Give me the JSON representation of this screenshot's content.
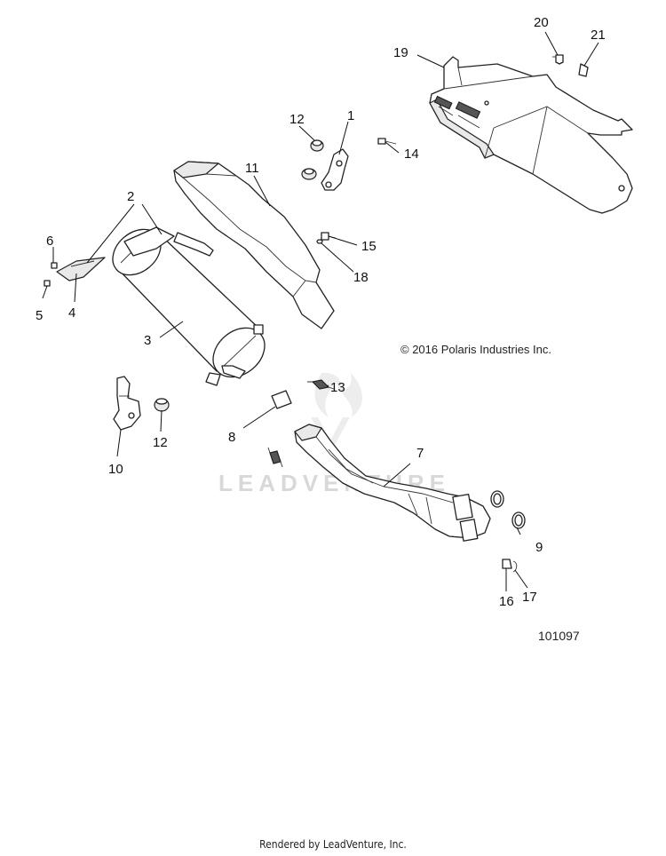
{
  "diagram": {
    "callouts": [
      {
        "id": "1",
        "label": "1"
      },
      {
        "id": "2",
        "label": "2"
      },
      {
        "id": "3",
        "label": "3"
      },
      {
        "id": "4",
        "label": "4"
      },
      {
        "id": "5",
        "label": "5"
      },
      {
        "id": "6",
        "label": "6"
      },
      {
        "id": "7",
        "label": "7"
      },
      {
        "id": "8",
        "label": "8"
      },
      {
        "id": "9",
        "label": "9"
      },
      {
        "id": "10",
        "label": "10"
      },
      {
        "id": "11",
        "label": "11"
      },
      {
        "id": "12a",
        "label": "12"
      },
      {
        "id": "12b",
        "label": "12"
      },
      {
        "id": "13",
        "label": "13"
      },
      {
        "id": "14",
        "label": "14"
      },
      {
        "id": "15",
        "label": "15"
      },
      {
        "id": "16",
        "label": "16"
      },
      {
        "id": "17",
        "label": "17"
      },
      {
        "id": "18",
        "label": "18"
      },
      {
        "id": "19",
        "label": "19"
      },
      {
        "id": "20",
        "label": "20"
      },
      {
        "id": "21",
        "label": "21"
      }
    ],
    "copyright": "© 2016 Polaris Industries Inc.",
    "diagram_number": "101097",
    "watermark": "LEADVENTURE"
  },
  "footer": {
    "rendered_by": "Rendered by LeadVenture, Inc."
  }
}
